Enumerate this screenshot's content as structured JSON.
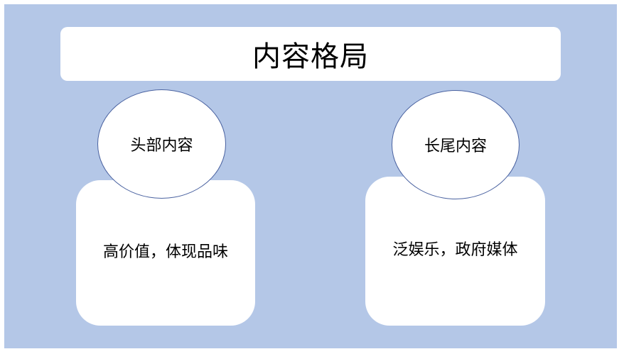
{
  "title": "内容格局",
  "columns": [
    {
      "heading": "头部内容",
      "body": "高价值，体现品味"
    },
    {
      "heading": "长尾内容",
      "body": "泛娱乐，政府媒体"
    }
  ],
  "colors": {
    "background": "#b4c7e7",
    "box": "#ffffff",
    "bubble_border": "#4a62a0"
  }
}
